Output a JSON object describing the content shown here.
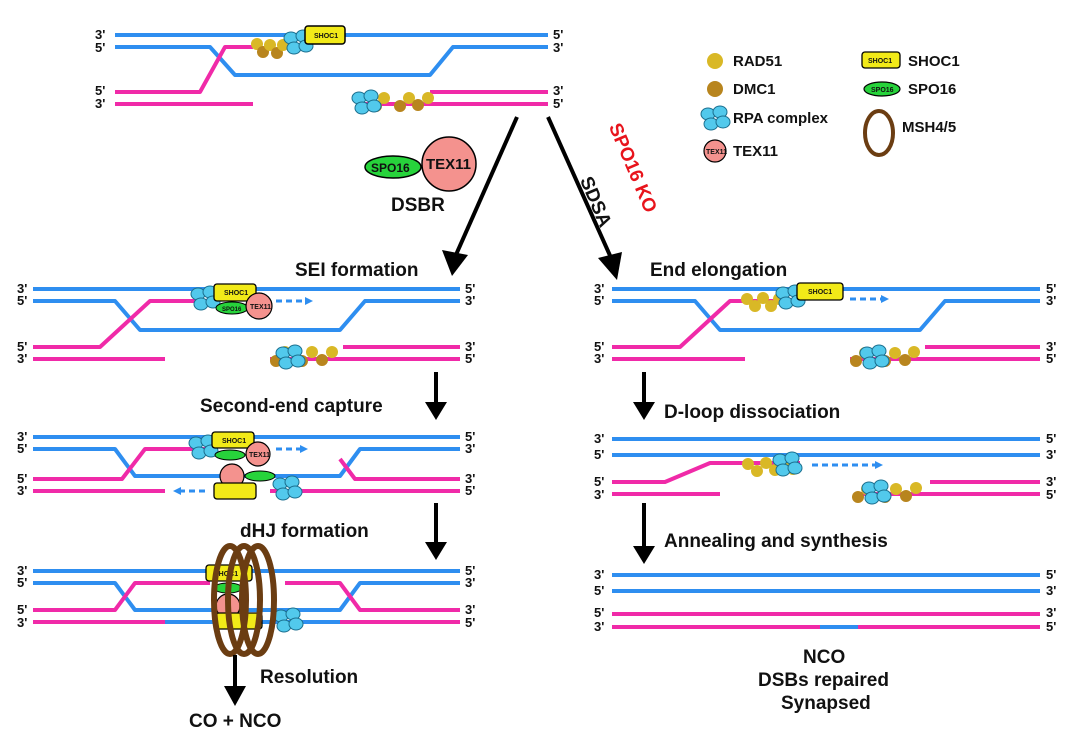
{
  "strand_ends": {
    "three": "3'",
    "five": "5'"
  },
  "colors": {
    "blue_strand": "#2e8ef0",
    "pink_strand": "#f02aa8",
    "rad51": "#d9b826",
    "dmc1": "#b8851e",
    "rpa": "#52c9ec",
    "shoc1": "#f2ea18",
    "spo16": "#27d33b",
    "tex11": "#f4928e",
    "msh45": "#6b3d12",
    "ko_label": "#e8141c"
  },
  "legend": {
    "rad51": "RAD51",
    "dmc1": "DMC1",
    "rpa": "RPA complex",
    "tex11": "TEX11",
    "shoc1": "SHOC1",
    "spo16": "SPO16",
    "msh45": "MSH4/5",
    "shoc1_icon_text": "SHOC1",
    "spo16_icon_text": "SPO16",
    "tex11_icon_text": "TEX11"
  },
  "complex": {
    "spo16": "SPO16",
    "tex11": "TEX11"
  },
  "pathways": {
    "dsbr": "DSBR",
    "sdsa": "SDSA",
    "ko": "SPO16 KO"
  },
  "left_steps": {
    "sei": "SEI formation",
    "capture": "Second-end capture",
    "dhj": "dHJ formation",
    "resolution": "Resolution",
    "outcome": "CO + NCO"
  },
  "right_steps": {
    "elongation": "End elongation",
    "dloop": "D-loop dissociation",
    "annealing": "Annealing and synthesis",
    "outcome_1": "NCO",
    "outcome_2": "DSBs repaired",
    "outcome_3": "Synapsed"
  },
  "protein_labels": {
    "shoc1": "SHOC1",
    "spo16": "SPO16",
    "tex11": "TEX11"
  }
}
